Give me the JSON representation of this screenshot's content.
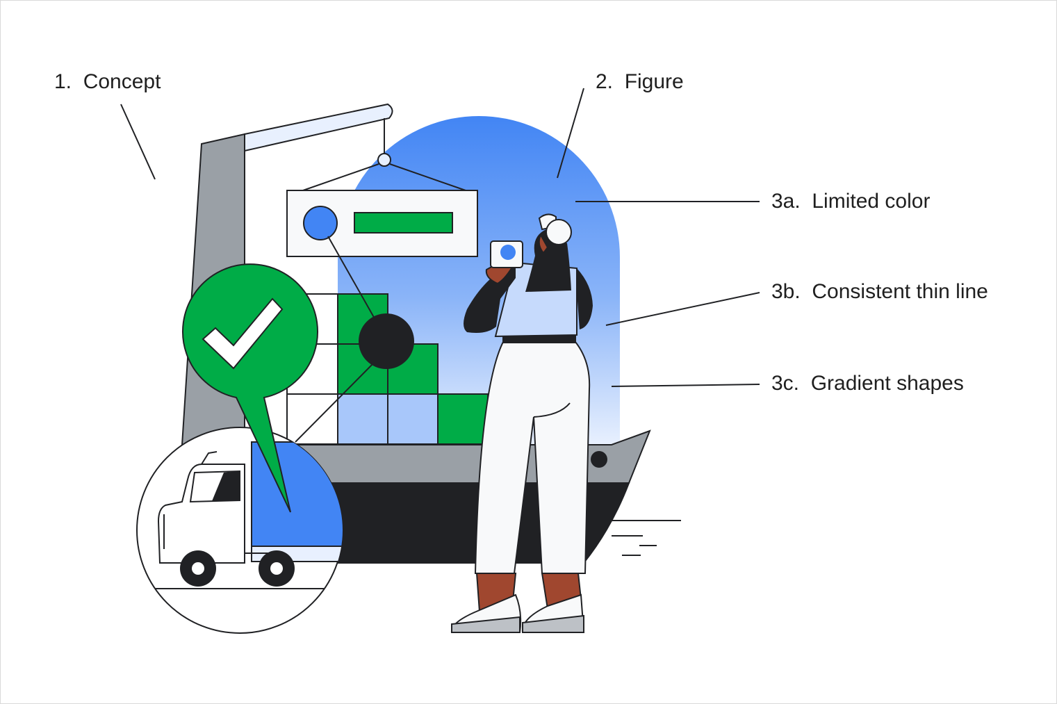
{
  "annotations": [
    {
      "id": "concept",
      "text": "1.  Concept"
    },
    {
      "id": "figure",
      "text": "2.  Figure"
    },
    {
      "id": "limited_color",
      "text": "3a.  Limited color"
    },
    {
      "id": "thin_line",
      "text": "3b.  Consistent thin line"
    },
    {
      "id": "gradient_shapes",
      "text": "3c.  Gradient shapes"
    }
  ],
  "colors": {
    "blue": "#4285f4",
    "light_blue": "#a8c7fa",
    "green": "#00ac47",
    "black": "#202124",
    "gray": "#9aa0a6",
    "skin": "#a0472f",
    "off_white": "#f8f9fa"
  },
  "icons": [
    "check-icon",
    "truck-icon",
    "phone-icon",
    "crane-icon",
    "ship-icon"
  ]
}
